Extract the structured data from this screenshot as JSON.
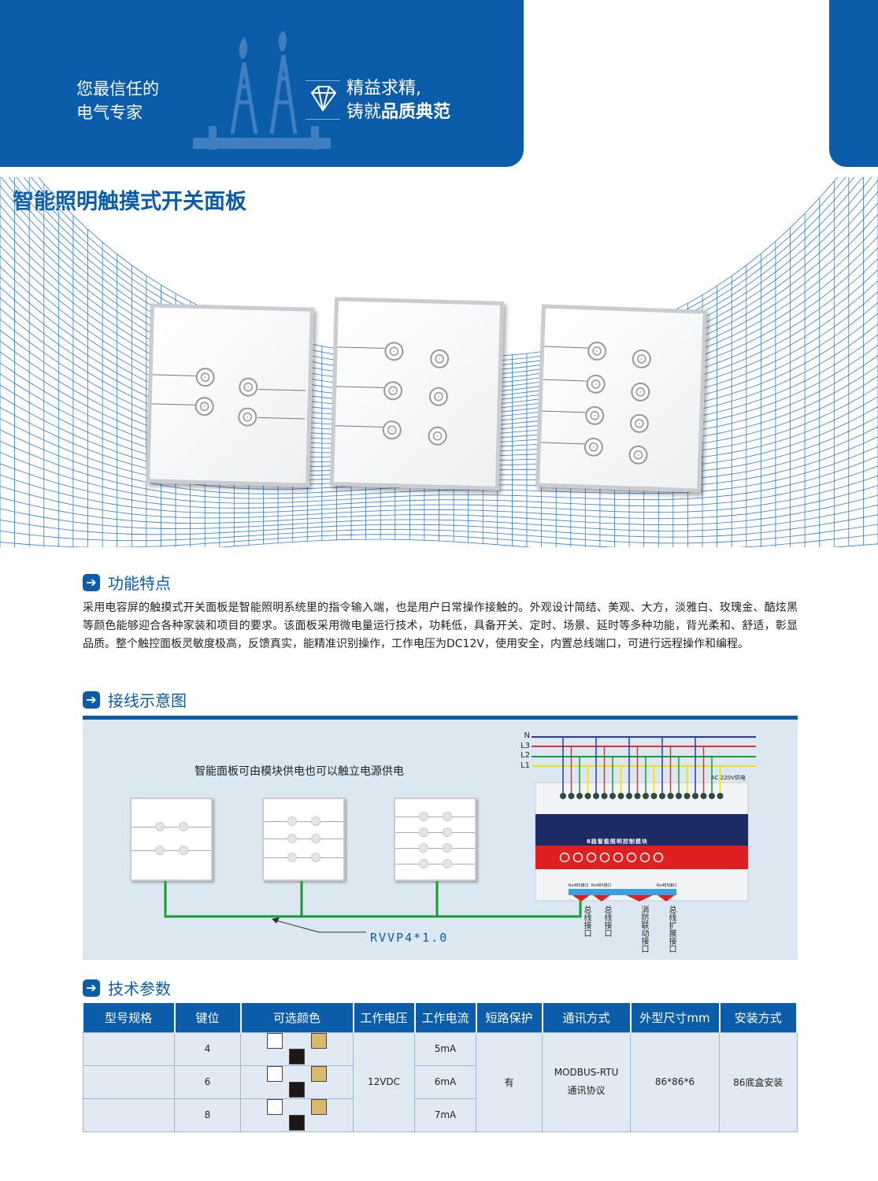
{
  "header": {
    "slogan_left_1": "您最信任的",
    "slogan_left_2": "电气专家",
    "slogan_right_1": "精益求精,",
    "slogan_right_2_prefix": "铸就",
    "slogan_right_2_bold": "品质典范"
  },
  "title": "智能照明触摸式开关面板",
  "features": {
    "heading": "功能特点",
    "text": "采用电容屏的触摸式开关面板是智能照明系统里的指令输入端，也是用户日常操作接触的。外观设计简结、美观、大方，淡雅白、玫瑰金、酷炫黑等颜色能够迎合各种家装和项目的要求。该面板采用微电量运行技术，功耗低，具备开关、定时、场景、延时等多种功能，背光柔和、舒适，彰显品质。整个触控面板灵敏度极高，反馈真实，能精准识别操作，工作电压为DC12V，使用安全，内置总线端口，可进行远程操作和编程。"
  },
  "wiring": {
    "heading": "接线示意图",
    "note": "智能面板可由模块供电也可以触立电源供电",
    "cable": "RVVP4*1.0",
    "lines": [
      "N",
      "L3",
      "L2",
      "L1"
    ],
    "power_label": "AC 220V供电",
    "module_name": "8路智能照明控制模块",
    "ports": [
      "Rs485接口",
      "Rs485接口",
      "Rs485接口"
    ],
    "interfaces": [
      "总线接口",
      "总线接口",
      "消防联动接口",
      "总线扩展接口"
    ]
  },
  "specs": {
    "heading": "技术参数",
    "columns": [
      "型号规格",
      "键位",
      "可选颜色",
      "工作电压",
      "工作电流",
      "短路保护",
      "通讯方式",
      "外型尺寸mm",
      "安装方式"
    ],
    "rows": [
      {
        "model": "",
        "keys": "4",
        "current": "5mA"
      },
      {
        "model": "",
        "keys": "6",
        "current": "6mA"
      },
      {
        "model": "",
        "keys": "8",
        "current": "7mA"
      }
    ],
    "voltage": "12VDC",
    "protection": "有",
    "comm_1": "MODBUS-RTU",
    "comm_2": "通讯协议",
    "size": "86*86*6",
    "install": "86底盒安装",
    "colors": [
      "#ffffff",
      "#d9b96b",
      "#1e1715"
    ]
  },
  "colors": {
    "brand": "#0b5ca9"
  }
}
